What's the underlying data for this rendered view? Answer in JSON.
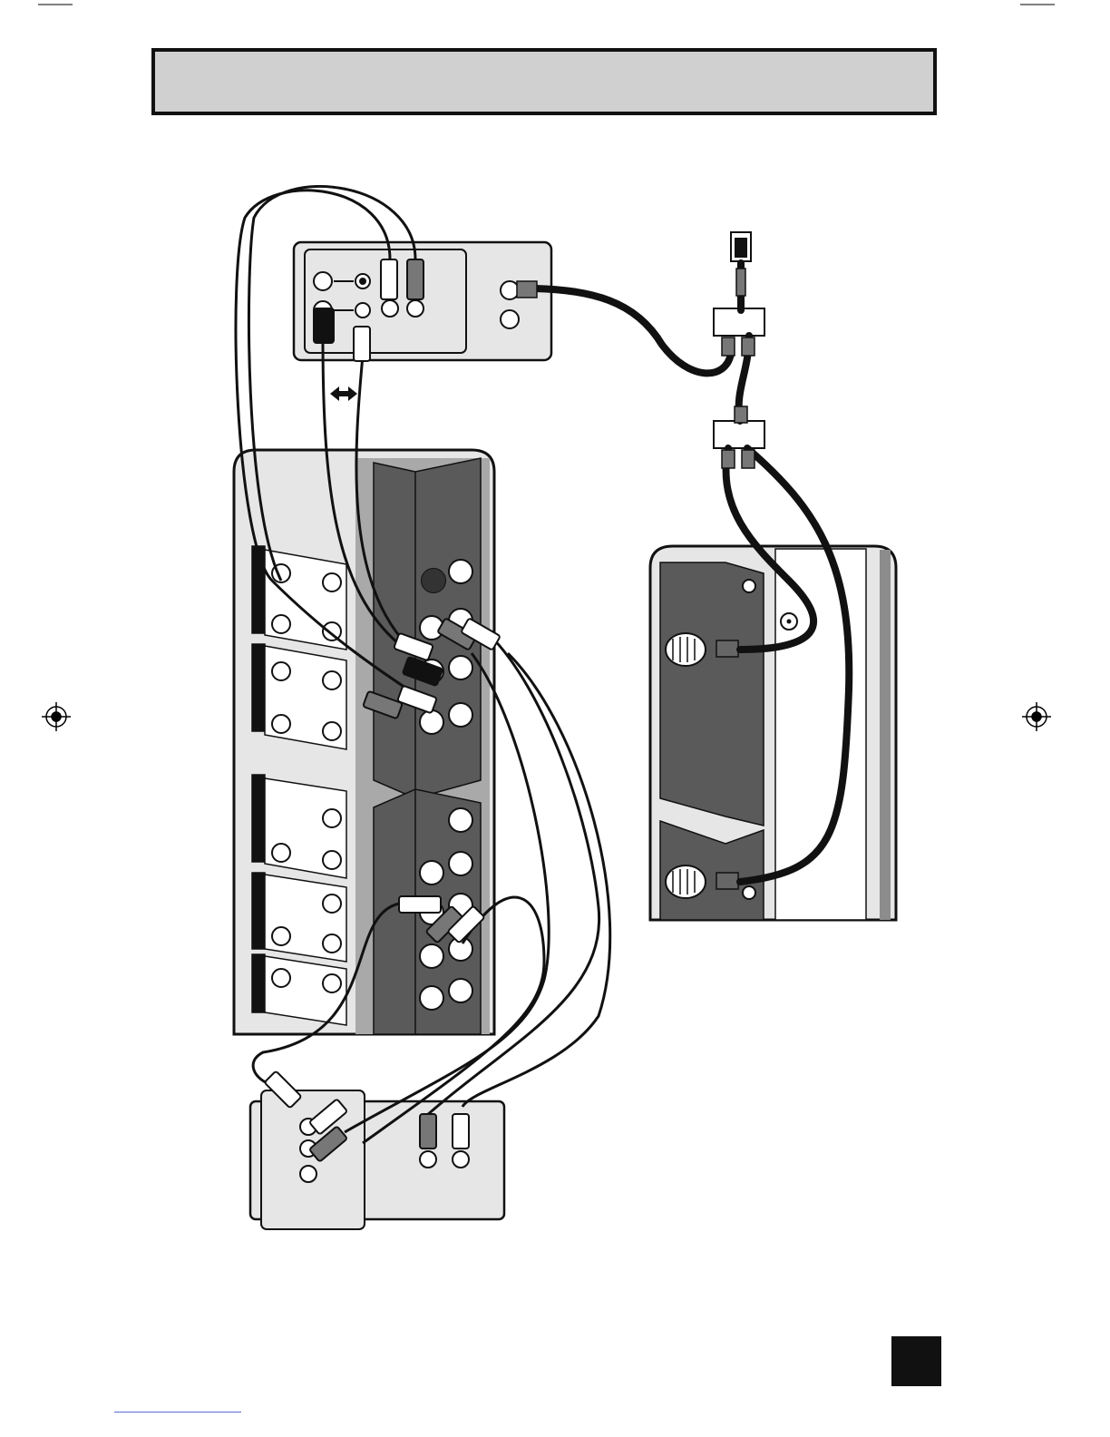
{
  "diagram": {
    "title_bar": {
      "text": ""
    },
    "devices": {
      "vcr": {
        "name": "vcr-rear-panel"
      },
      "tv": {
        "name": "tv-rear-panel"
      },
      "dvd": {
        "name": "dvd-player-rear-panel"
      },
      "cable_box": {
        "name": "cable-box-rear-panel"
      },
      "wall_outlet": {
        "name": "antenna-wall-outlet"
      },
      "splitters": [
        "splitter-upper",
        "splitter-lower"
      ]
    },
    "icons": [
      "bidirectional-arrow-icon",
      "registration-mark-icon"
    ],
    "page_tab": {
      "text": ""
    },
    "colors": {
      "line": "#111111",
      "panel_gray": "#e6e6e6",
      "dark_gray": "#5a5a5a",
      "mid_gray": "#8c8c8c"
    }
  }
}
